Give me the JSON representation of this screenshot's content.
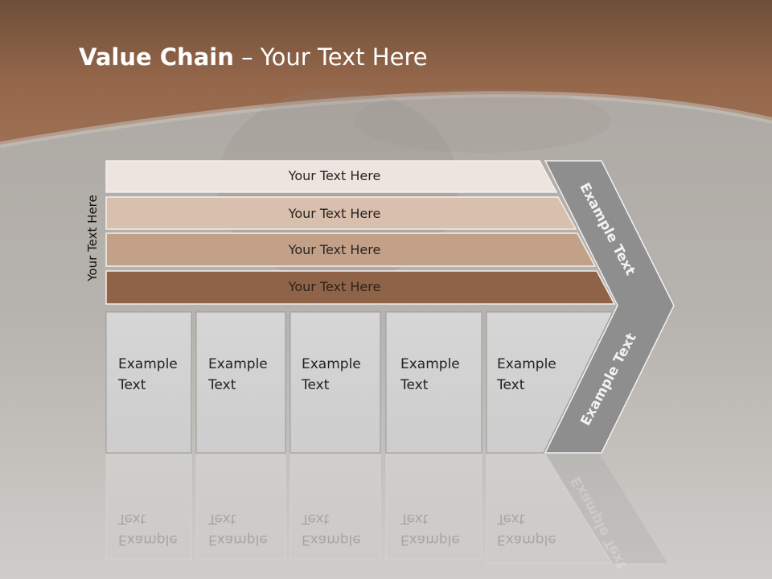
{
  "slide": {
    "title_bold": "Value Chain",
    "title_rest": " – Your Text Here",
    "side_label": "Your Text Here",
    "bands": [
      {
        "label": "Your Text Here",
        "color": "#ede3df"
      },
      {
        "label": "Your Text Here",
        "color": "#d8bfae"
      },
      {
        "label": "Your Text Here",
        "color": "#c3a189"
      },
      {
        "label": "Your Text Here",
        "color": "#8f6347"
      }
    ],
    "columns": [
      {
        "line1": "Example",
        "line2": "Text"
      },
      {
        "line1": "Example",
        "line2": "Text"
      },
      {
        "line1": "Example",
        "line2": "Text"
      },
      {
        "line1": "Example",
        "line2": "Text"
      },
      {
        "line1": "Example",
        "line2": "Text"
      }
    ],
    "chevron_top": "Example Text",
    "chevron_bottom": "Example Text",
    "colors": {
      "header": "#8a5f41",
      "background": "#b9b6b2",
      "chevron": "#8e8e8e",
      "column": "#d4d4d4"
    }
  }
}
